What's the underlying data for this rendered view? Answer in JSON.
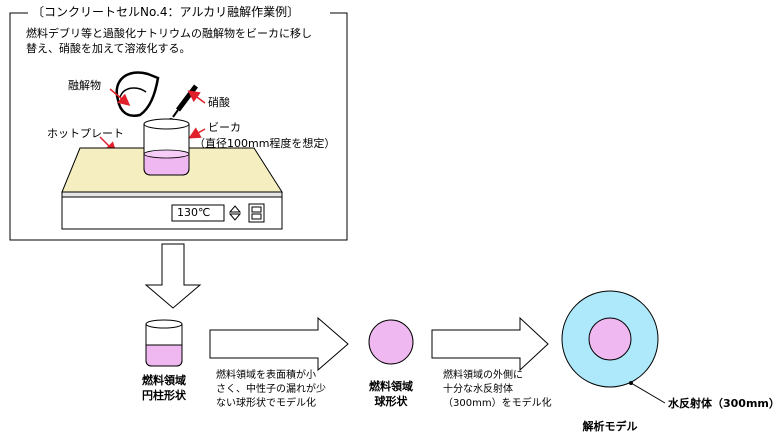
{
  "box": {
    "title": "〔コンクリートセルNo.4：アルカリ融解作業例〕",
    "desc_line1": "燃料デブリ等と過酸化ナトリウムの融解物をビーカに移し",
    "desc_line2": "替え、硝酸を加えて溶液化する。"
  },
  "labels": {
    "melt": "融解物",
    "nitric_acid": "硝酸",
    "hotplate": "ホットプレート",
    "beaker": "ビーカ",
    "beaker_note": "（直径100mm程度を想定）",
    "temperature": "130℃"
  },
  "flow": {
    "stage1_line1": "燃料領域",
    "stage1_line2": "円柱形状",
    "arrow1_line1": "燃料領域を表面積が小",
    "arrow1_line2": "さく、中性子の漏れが少",
    "arrow1_line3": "ない球形状でモデル化",
    "stage2_line1": "燃料領域",
    "stage2_line2": "球形状",
    "arrow2_line1": "燃料領域の外側に",
    "arrow2_line2": "十分な水反射体",
    "arrow2_line3": "（300mm）をモデル化",
    "reflector_label": "水反射体（300mm）",
    "model_label": "解析モデル"
  },
  "colors": {
    "solution": "#f0b8f0",
    "hotplate_top": "#f5eec0",
    "water": "#aee8fb",
    "outline": "#000000",
    "arrow_red": "#e0202a"
  }
}
